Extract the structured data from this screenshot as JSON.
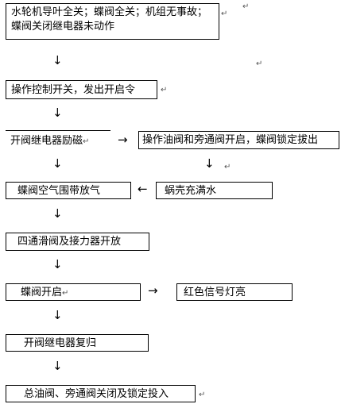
{
  "boxes": {
    "b1": "水轮机导叶全关；蝶阀全关；机组无事故；蝶阀关闭继电器未动作",
    "b2": "操作控制开关，发出开启令",
    "b3": "开阀继电器励磁",
    "b4": "操作油阀和旁通阀开启，蝶阀锁定拔出",
    "b5": "蝶阀空气围带放气",
    "b6": "蜗壳充满水",
    "b7": "四通滑阀及接力器开放",
    "b8": "蝶阀开启",
    "b9": "红色信号灯亮",
    "b10": "开阀继电器复归",
    "b11": "总油阀、旁通阀关闭及锁定投入"
  },
  "symbols": {
    "down": "↓",
    "right": "→",
    "left": "←",
    "para": "↵"
  }
}
